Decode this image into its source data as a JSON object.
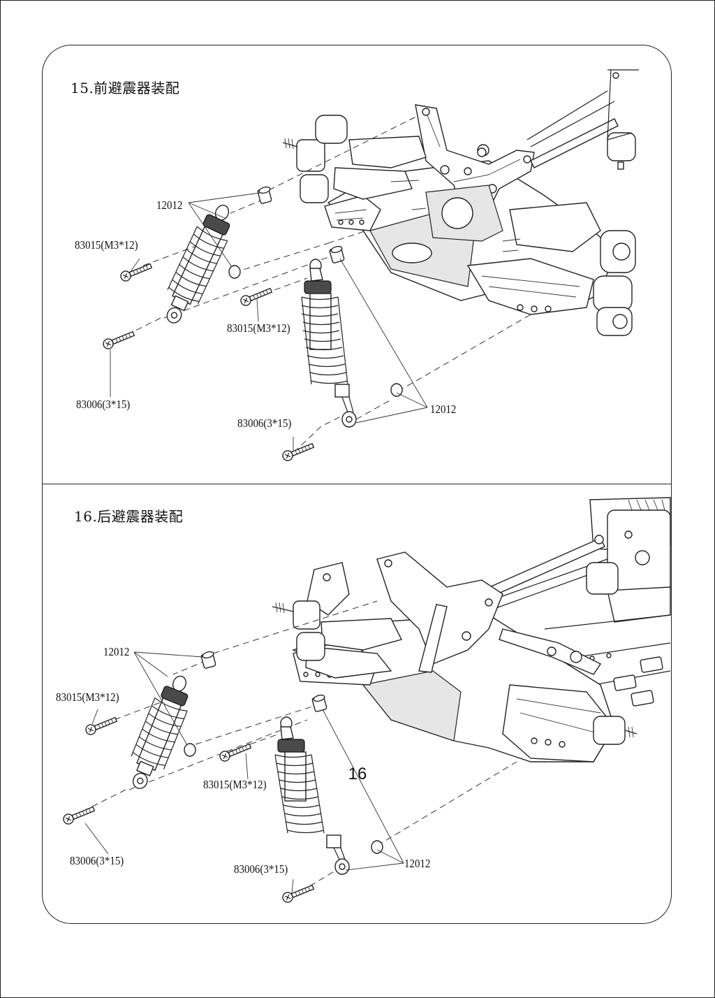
{
  "sections": [
    {
      "title": "15.前避震器装配",
      "callouts": {
        "bushing_upper": "12012",
        "screw_m3_left": "83015(M3*12)",
        "screw_m3_right": "83015(M3*12)",
        "screw_3x15_left": "83006(3*15)",
        "bushing_lower": "12012",
        "screw_3x15_right": "83006(3*15)"
      }
    },
    {
      "title": "16.后避震器装配",
      "callouts": {
        "bushing_upper": "12012",
        "screw_m3_left": "83015(M3*12)",
        "screw_m3_right": "83015(M3*12)",
        "screw_3x15_left": "83006(3*15)",
        "screw_3x15_right": "83006(3*15)",
        "bushing_lower": "12012"
      }
    }
  ],
  "page_number": "16"
}
